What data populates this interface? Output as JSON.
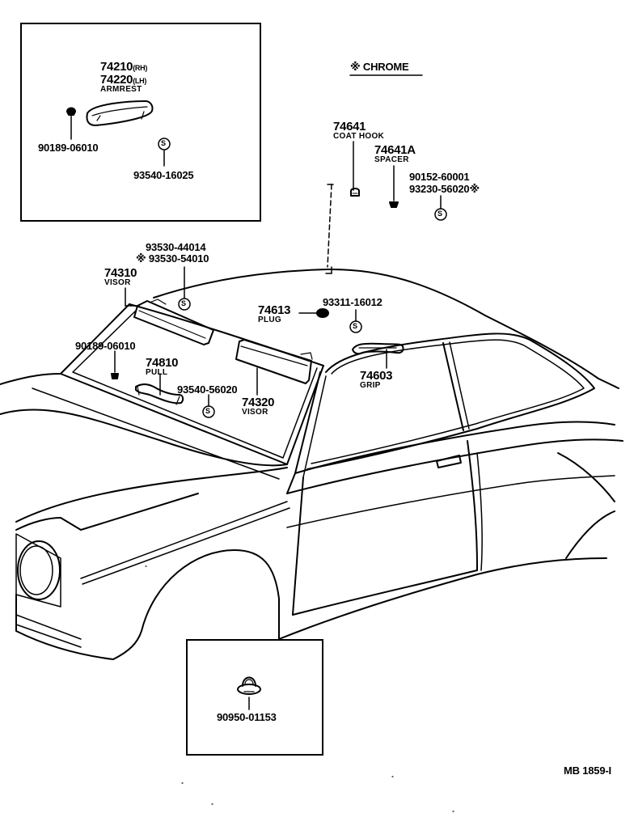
{
  "legend": {
    "mark": "※",
    "text": "CHROME"
  },
  "ref": "MB 1859-I",
  "parts": {
    "armrest_rh": {
      "num": "74210",
      "suffix": "(RH)"
    },
    "armrest_lh": {
      "num": "74220",
      "suffix": "(LH)"
    },
    "armrest_name": "ARMREST",
    "p90189_a": "90189-06010",
    "p93540_16025": "93540-16025",
    "coat_hook_num": "74641",
    "coat_hook_name": "COAT HOOK",
    "spacer_num": "74641A",
    "spacer_name": "SPACER",
    "p90152": "90152-60001",
    "p93230": "93230-56020",
    "p93230_mark": "※",
    "p93530_a": "93530-44014",
    "p93530_b_mark": "※",
    "p93530_b": "93530-54010",
    "visor_l_num": "74310",
    "visor_l_name": "VISOR",
    "plug_num": "74613",
    "plug_name": "PLUG",
    "p93311": "93311-16012",
    "p90189_b": "90189-06010",
    "pull_num": "74810",
    "pull_name": "PULL",
    "p93540_56020": "93540-56020",
    "visor_r_num": "74320",
    "visor_r_name": "VISOR",
    "grip_num": "74603",
    "grip_name": "GRIP",
    "p90950": "90950-01153"
  },
  "screw_symbol": "S"
}
